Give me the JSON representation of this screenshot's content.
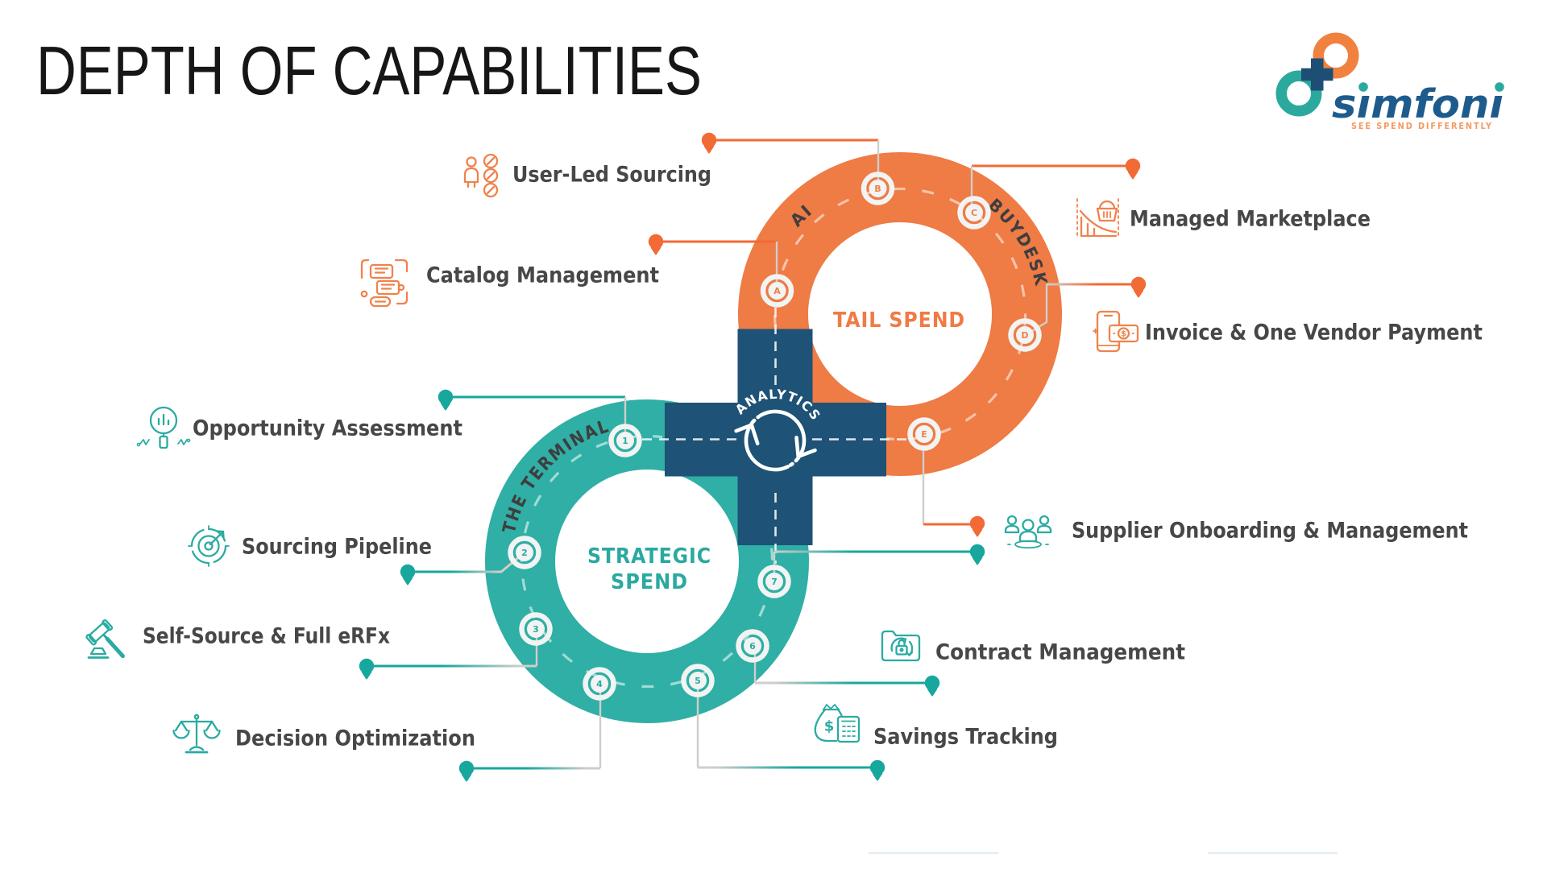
{
  "title": "DEPTH OF CAPABILITIES",
  "logo": {
    "wordmark": "simfoni",
    "tagline": "SEE SPEND DIFFERENTLY"
  },
  "diagram": {
    "center_label": "ANALYTICS",
    "tail_ring": {
      "label": "TAIL SPEND",
      "track_texts": [
        "AI",
        "BUYDESK"
      ],
      "nodes": [
        "A",
        "B",
        "C",
        "D",
        "E"
      ]
    },
    "strategic_ring": {
      "label_lines": [
        "STRATEGIC",
        "SPEND"
      ],
      "track_text": "THE TERMINAL",
      "nodes": [
        "1",
        "2",
        "3",
        "4",
        "5",
        "6",
        "7"
      ]
    }
  },
  "capabilities": [
    {
      "id": "user-led-sourcing",
      "label": "User-Led Sourcing",
      "group": "tail"
    },
    {
      "id": "catalog-management",
      "label": "Catalog Management",
      "group": "tail"
    },
    {
      "id": "managed-marketplace",
      "label": "Managed Marketplace",
      "group": "tail"
    },
    {
      "id": "invoice-one-vendor-payment",
      "label": "Invoice & One Vendor Payment",
      "group": "tail"
    },
    {
      "id": "supplier-onboarding-management",
      "label": "Supplier Onboarding & Management",
      "group": "tail-and-strategic"
    },
    {
      "id": "opportunity-assessment",
      "label": "Opportunity Assessment",
      "group": "strategic"
    },
    {
      "id": "sourcing-pipeline",
      "label": "Sourcing Pipeline",
      "group": "strategic"
    },
    {
      "id": "self-source-full-erfx",
      "label": "Self-Source & Full eRFx",
      "group": "strategic"
    },
    {
      "id": "decision-optimization",
      "label": "Decision Optimization",
      "group": "strategic"
    },
    {
      "id": "savings-tracking",
      "label": "Savings Tracking",
      "group": "strategic"
    },
    {
      "id": "contract-management",
      "label": "Contract Management",
      "group": "strategic"
    }
  ],
  "icon_glyphs": {
    "dollar": "$"
  },
  "colors": {
    "orange_ring": "#EF7B45",
    "orange_accent": "#F26A35",
    "teal_ring": "#2FAFA5",
    "teal_accent": "#17A79D",
    "navy_cross": "#1E5276",
    "label_text": "#474747",
    "track_text": "#3E3E3E",
    "callout_gray": "#CFCECB",
    "logo_blue": "#1E5B8D",
    "tagline_orange": "#F49A61"
  }
}
